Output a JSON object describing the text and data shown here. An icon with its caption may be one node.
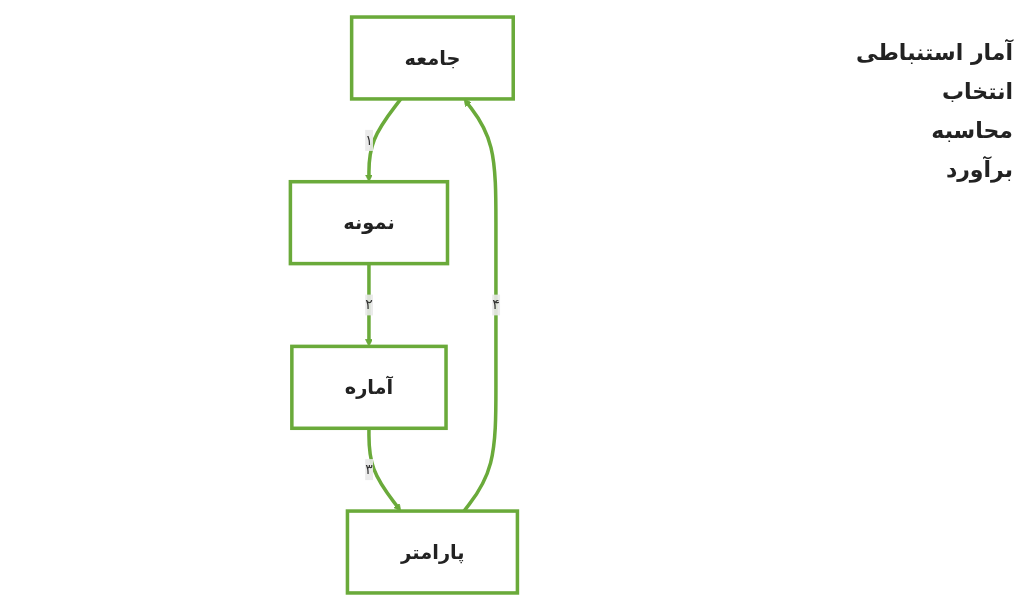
{
  "diagram": {
    "nodes": [
      {
        "text": [
          "جامعه"
        ]
      },
      {
        "text": [
          "نمونه"
        ]
      },
      {
        "text": [
          "آماره"
        ]
      },
      {
        "text": [
          "پارامتر"
        ]
      }
    ],
    "edges": [
      {
        "from": 0,
        "to": 1,
        "arrow": "to",
        "label": "۱"
      },
      {
        "from": 1,
        "to": 2,
        "arrow": "to",
        "label": "۲"
      },
      {
        "from": 2,
        "to": 3,
        "arrow": "to",
        "label": "۳"
      },
      {
        "from": 3,
        "to": 0,
        "arrow": "to",
        "label": "۴"
      }
    ],
    "labels": [
      "آمار استنباطی",
      "انتخاب",
      "محاسبه",
      "برآورد"
    ]
  }
}
